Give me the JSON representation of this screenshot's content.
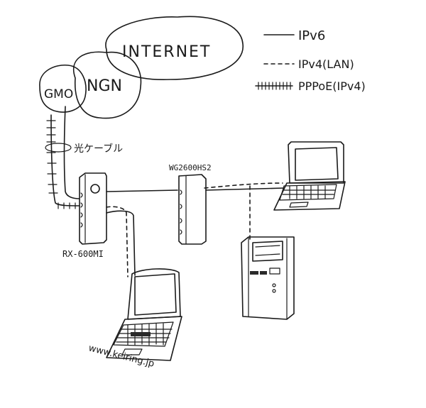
{
  "clouds": {
    "internet": "INTERNET",
    "ngn": "NGN",
    "gmo": "GMO"
  },
  "legend": {
    "ipv6": "IPv6",
    "ipv4_lan": "IPv4(LAN)",
    "pppoe": "PPPoE(IPv4)"
  },
  "labels": {
    "fiber": "光ケーブル",
    "router": "RX-600MI",
    "ap": "WG2600HS2",
    "site": "www.keiring.jp"
  }
}
